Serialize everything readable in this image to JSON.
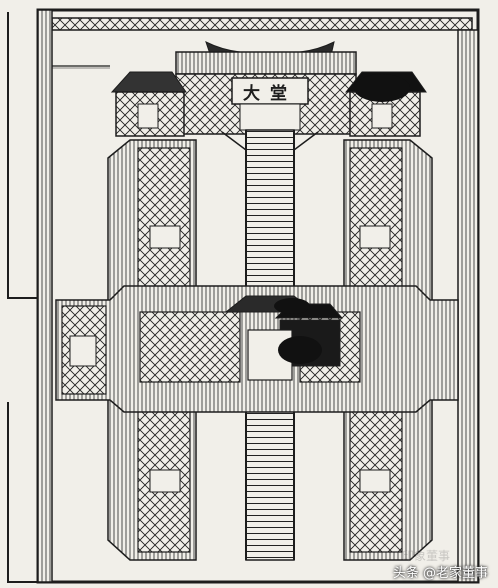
{
  "image": {
    "hall_plaque_text": "大堂",
    "watermark_text": "头条 @老家董事",
    "watermark_faint_text": "印象董事"
  },
  "colors": {
    "paper": "#f1efe9",
    "ink": "#1d1d1d",
    "ink_light": "#6b6b6b"
  }
}
